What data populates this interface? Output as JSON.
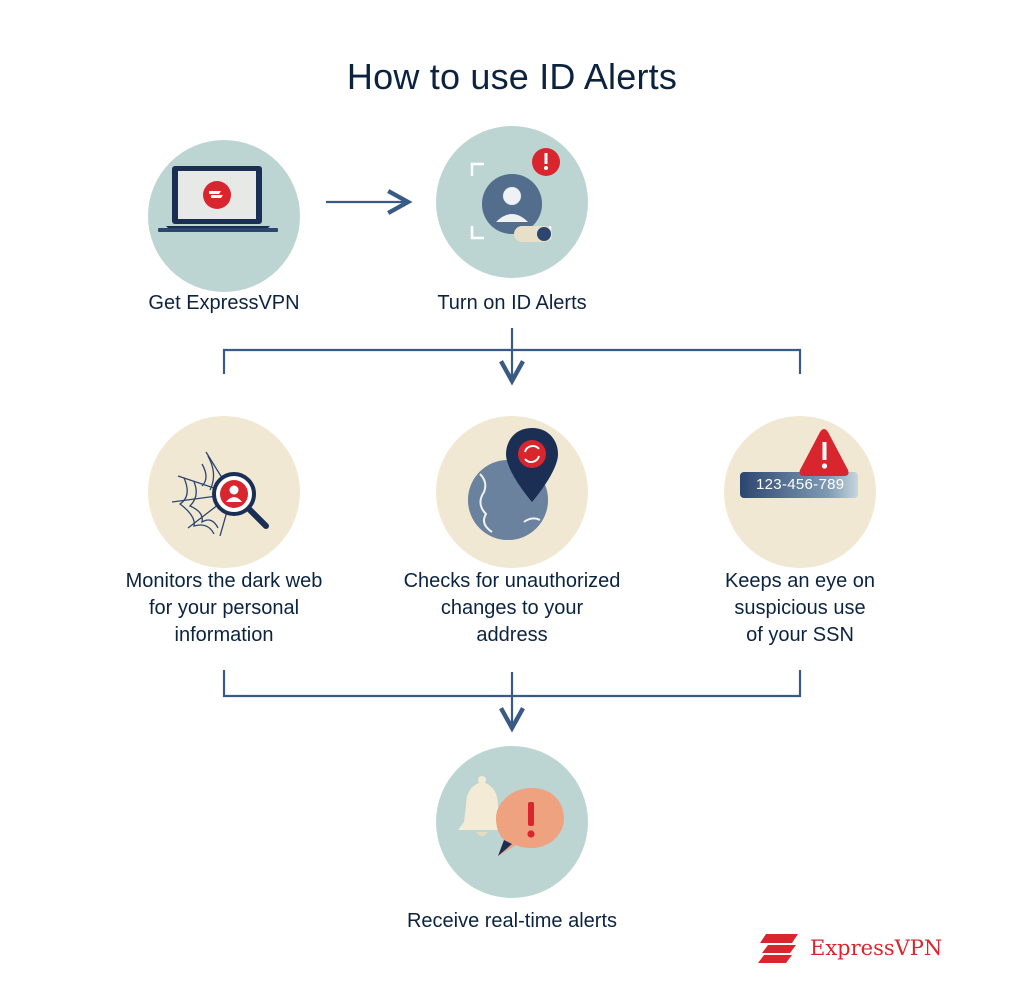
{
  "title": "How to use ID Alerts",
  "steps": {
    "get_vpn": "Get ExpressVPN",
    "turn_on": "Turn on ID Alerts",
    "dark_web": [
      "Monitors the dark web",
      "for your personal",
      "information"
    ],
    "address": [
      "Checks for unauthorized",
      "changes to your",
      "address"
    ],
    "ssn": [
      "Keeps an eye on",
      "suspicious use",
      "of your SSN"
    ],
    "alerts": "Receive real-time alerts"
  },
  "ssn_card_text": "123-456-789",
  "brand": "ExpressVPN",
  "icons": {
    "laptop": "laptop-icon",
    "id_profile": "id-profile-icon",
    "web_search": "spider-web-search-icon",
    "map_pin": "location-pin-icon",
    "ssn_card": "ssn-card-icon",
    "bell_alert": "bell-alert-icon"
  },
  "colors": {
    "teal_circle": "#bcd5d3",
    "cream_circle": "#f1e8d3",
    "navy": "#0c2340",
    "connector": "#3a5a86",
    "red": "#d9262e",
    "orange_bubble": "#eea27f"
  }
}
